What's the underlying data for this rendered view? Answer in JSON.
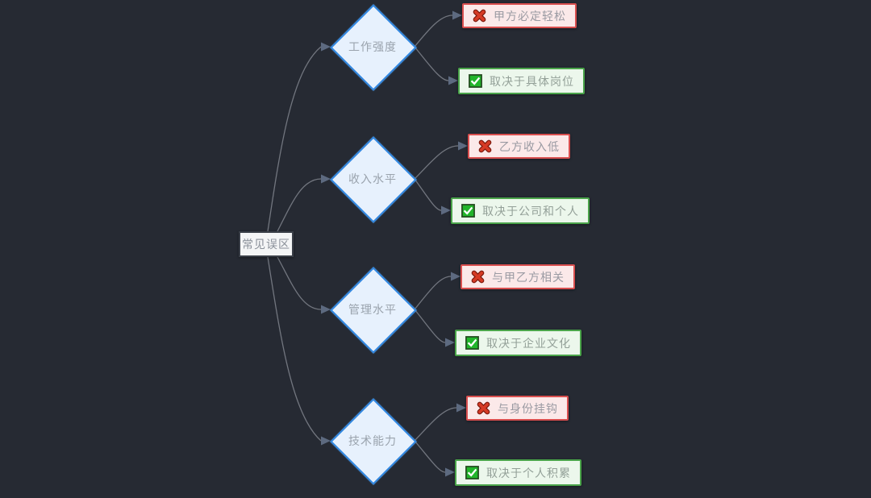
{
  "diagram": {
    "type": "mindmap",
    "background": "#262a33",
    "root": {
      "label": "常见误区"
    },
    "branches": [
      {
        "topic": "工作强度",
        "wrong": "甲方必定轻松",
        "right": "取决于具体岗位"
      },
      {
        "topic": "收入水平",
        "wrong": "乙方收入低",
        "right": "取决于公司和个人"
      },
      {
        "topic": "管理水平",
        "wrong": "与甲乙方相关",
        "right": "取决于企业文化"
      },
      {
        "topic": "技术能力",
        "wrong": "与身份挂钩",
        "right": "取决于个人积累"
      }
    ],
    "icons": {
      "wrong": "cross-icon",
      "right": "checkbox-checked-icon",
      "connector_end": "arrowhead-icon"
    },
    "colors": {
      "background": "#262a33",
      "diamond_fill": "#e7f1fd",
      "diamond_border": "#2f86e0",
      "wrong_fill": "#fbe9e9",
      "wrong_border": "#d94f4f",
      "wrong_icon": "#d63a25",
      "right_fill": "#ecf7ec",
      "right_border": "#4aa44a",
      "right_icon": "#22b52b",
      "root_fill": "#f4f5f6",
      "node_text": "#9aa3ad",
      "line": "#72767f",
      "arrowhead": "#5d6a80"
    }
  }
}
